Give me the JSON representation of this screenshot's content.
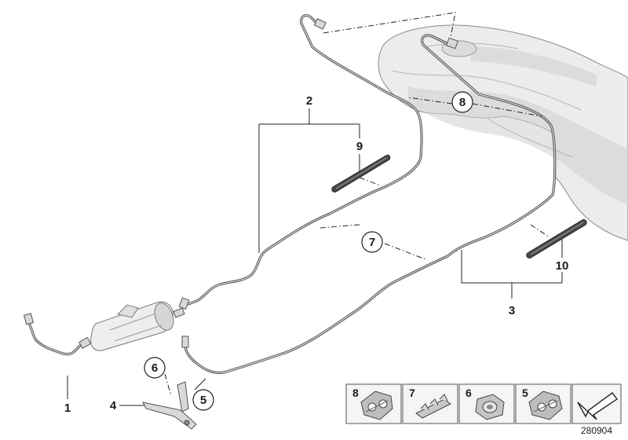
{
  "callouts": {
    "c1": "1",
    "c2": "2",
    "c3": "3",
    "c4": "4",
    "c5": "5",
    "c6": "6",
    "c7": "7",
    "c8": "8",
    "c9": "9",
    "c10": "10"
  },
  "legend": {
    "items": [
      "8",
      "7",
      "6",
      "5"
    ]
  },
  "doc_number": "280904"
}
